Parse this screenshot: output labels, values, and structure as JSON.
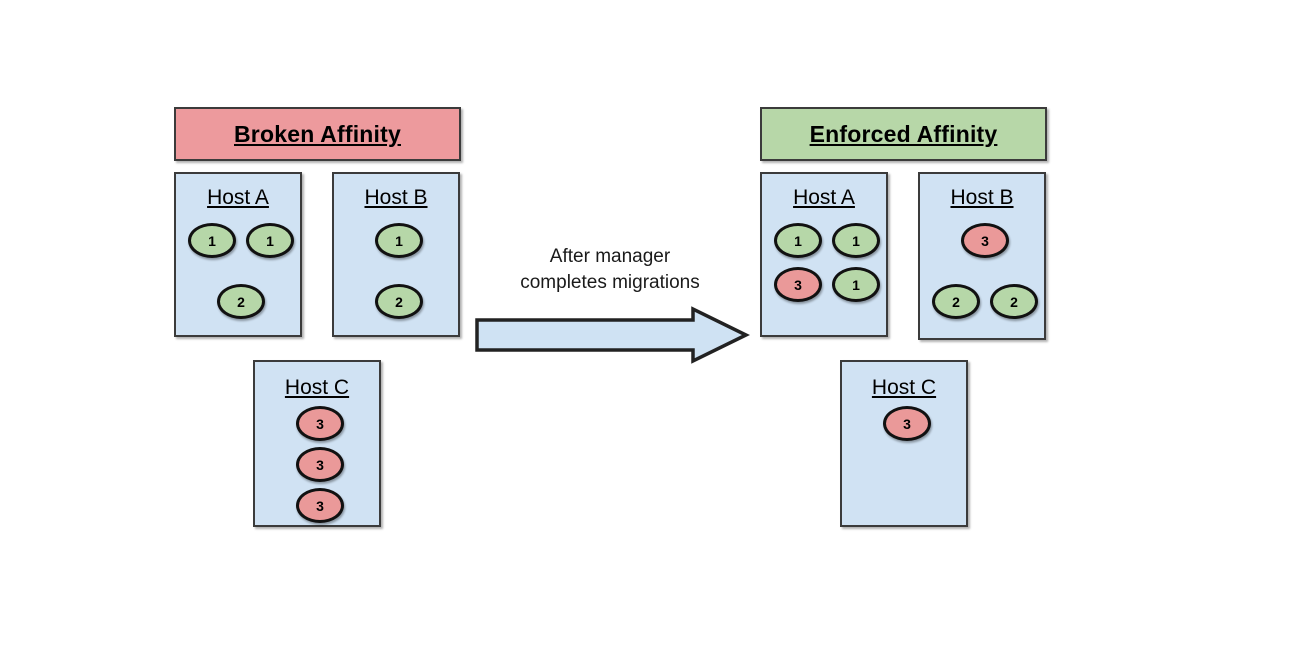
{
  "diagram": {
    "title_left": "Broken Affinity",
    "title_right": "Enforced Affinity",
    "transition_caption": "After manager\ncompletes migrations",
    "colors": {
      "broken_banner": "#ed9a9d",
      "enforced_banner": "#b7d7a8",
      "host_fill": "#d0e2f3",
      "vm_green": "#b6d7a8",
      "vm_red": "#ea9999",
      "arrow_fill": "#cfe2f3",
      "stroke": "#3b3b3b"
    },
    "left": {
      "banner_label": "Broken Affinity",
      "hosts": [
        {
          "name": "Host A",
          "vms": [
            {
              "label": "1",
              "color": "green"
            },
            {
              "label": "1",
              "color": "green"
            },
            {
              "label": "2",
              "color": "green"
            }
          ]
        },
        {
          "name": "Host B",
          "vms": [
            {
              "label": "1",
              "color": "green"
            },
            {
              "label": "2",
              "color": "green"
            }
          ]
        },
        {
          "name": "Host C",
          "vms": [
            {
              "label": "3",
              "color": "red"
            },
            {
              "label": "3",
              "color": "red"
            },
            {
              "label": "3",
              "color": "red"
            }
          ]
        }
      ]
    },
    "right": {
      "banner_label": "Enforced Affinity",
      "hosts": [
        {
          "name": "Host A",
          "vms": [
            {
              "label": "1",
              "color": "green"
            },
            {
              "label": "1",
              "color": "green"
            },
            {
              "label": "3",
              "color": "red"
            },
            {
              "label": "1",
              "color": "green"
            }
          ]
        },
        {
          "name": "Host B",
          "vms": [
            {
              "label": "3",
              "color": "red"
            },
            {
              "label": "2",
              "color": "green"
            },
            {
              "label": "2",
              "color": "green"
            }
          ]
        },
        {
          "name": "Host C",
          "vms": [
            {
              "label": "3",
              "color": "red"
            }
          ]
        }
      ]
    }
  }
}
